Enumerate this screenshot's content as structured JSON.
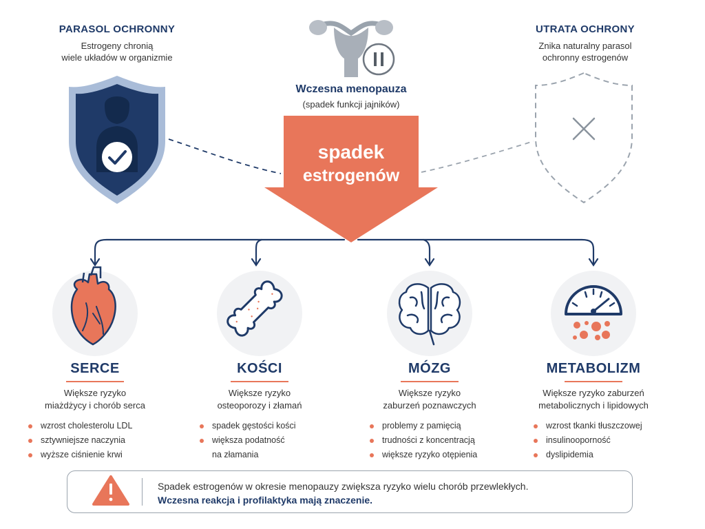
{
  "left_panel": {
    "title": "PARASOL OCHRONNY",
    "desc_line1": "Estrogeny chronią",
    "desc_line2": "wiele układów w organizmie"
  },
  "right_panel": {
    "title": "UTRATA OCHRONY",
    "desc_line1": "Znika naturalny parasol",
    "desc_line2": "ochronny estrogenów"
  },
  "center": {
    "title": "Wczesna menopauza",
    "subtitle": "(spadek funkcji jajników)",
    "arrow_line1": "spadek",
    "arrow_line2": "estrogenów"
  },
  "categories": [
    {
      "title": "SERCE",
      "desc_line1": "Większe ryzyko",
      "desc_line2": "miażdżycy i chorób serca",
      "bullets": [
        "wzrost cholesterolu LDL",
        "sztywniejsze naczynia",
        "wyższe ciśnienie krwi"
      ]
    },
    {
      "title": "KOŚCI",
      "desc_line1": "Większe ryzyko",
      "desc_line2": "osteoporozy i złamań",
      "bullets": [
        "spadek gęstości kości",
        "większa podatność",
        "na złamania"
      ]
    },
    {
      "title": "MÓZG",
      "desc_line1": "Większe ryzyko",
      "desc_line2": "zaburzeń poznawczych",
      "bullets": [
        "problemy z pamięcią",
        "trudności z koncentracją",
        "większe ryzyko otępienia"
      ]
    },
    {
      "title": "METABOLIZM",
      "desc_line1": "Większe ryzyko zaburzeń",
      "desc_line2": "metabolicznych i lipidowych",
      "bullets": [
        "wzrost tkanki tłuszczowej",
        "insulinooporność",
        "dyslipidemia"
      ]
    }
  ],
  "note": {
    "line1": "Spadek estrogenów w okresie menopauzy zwiększa ryzyko wielu chorób przewlekłych.",
    "line2": "Wczesna reakcja i profilaktyka mają znaczenie."
  },
  "colors": {
    "navy": "#1f3a68",
    "accent": "#e8765a",
    "shield_light": "#a9bcd8",
    "gray": "#9aa3ad"
  },
  "icons": [
    "shield-person-check-icon",
    "uterus-pause-icon",
    "broken-shield-x-icon",
    "heart-icon",
    "bone-icon",
    "brain-icon",
    "gauge-icon",
    "warning-icon"
  ]
}
